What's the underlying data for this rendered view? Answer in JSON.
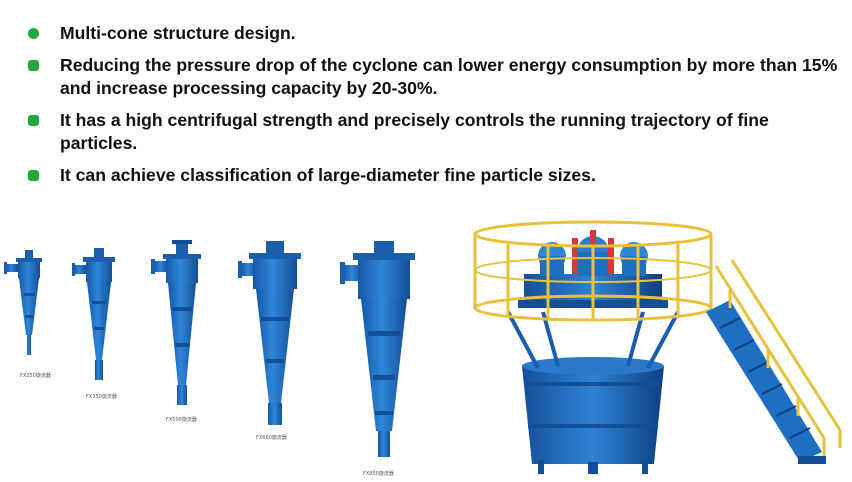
{
  "bullets": [
    {
      "text": "Multi-cone structure design."
    },
    {
      "text": "Reducing the pressure drop of the cyclone can lower energy consumption by more than 15% and increase processing capacity by 20-30%."
    },
    {
      "text": "It has a high centrifugal strength and precisely controls the running trajectory of fine particles."
    },
    {
      "text": "It can achieve classification of large-diameter fine particle sizes."
    }
  ],
  "colors": {
    "bullet": "#22a83a",
    "equipment_blue": "#1e6fc0",
    "railing_yellow": "#e8c23a"
  },
  "figures": {
    "captions": [
      "FX250旋流器",
      "FX350旋流器",
      "FX500旋流器",
      "FX660旋流器",
      "FX850旋流器"
    ]
  }
}
